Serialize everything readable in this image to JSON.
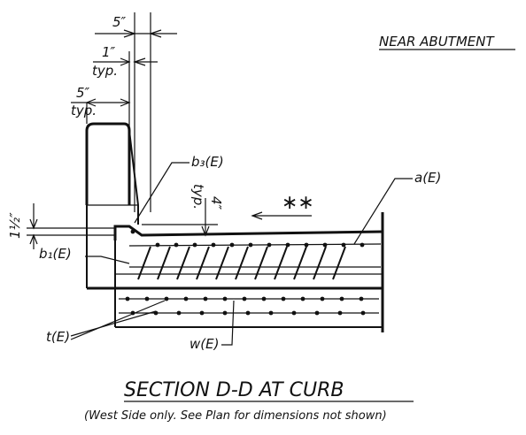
{
  "drawing": {
    "heading": "NEAR ABUTMENT",
    "dim_5_top": "5″",
    "dim_1": "1″",
    "dim_1_typ": "typ.",
    "dim_5_left": "5″",
    "dim_5_left_typ": "typ.",
    "dim_half": "1½″",
    "dim_4": "4″",
    "dim_4_typ": "typ.",
    "double_star": "∗∗",
    "label_b3": "b₃(E)",
    "label_a": "a(E)",
    "label_b1": "b₁(E)",
    "label_t": "t(E)",
    "label_w": "w(E)",
    "section_title": "SECTION D-D AT CURB",
    "note": "(West Side only.  See Plan for dimensions not shown)"
  }
}
